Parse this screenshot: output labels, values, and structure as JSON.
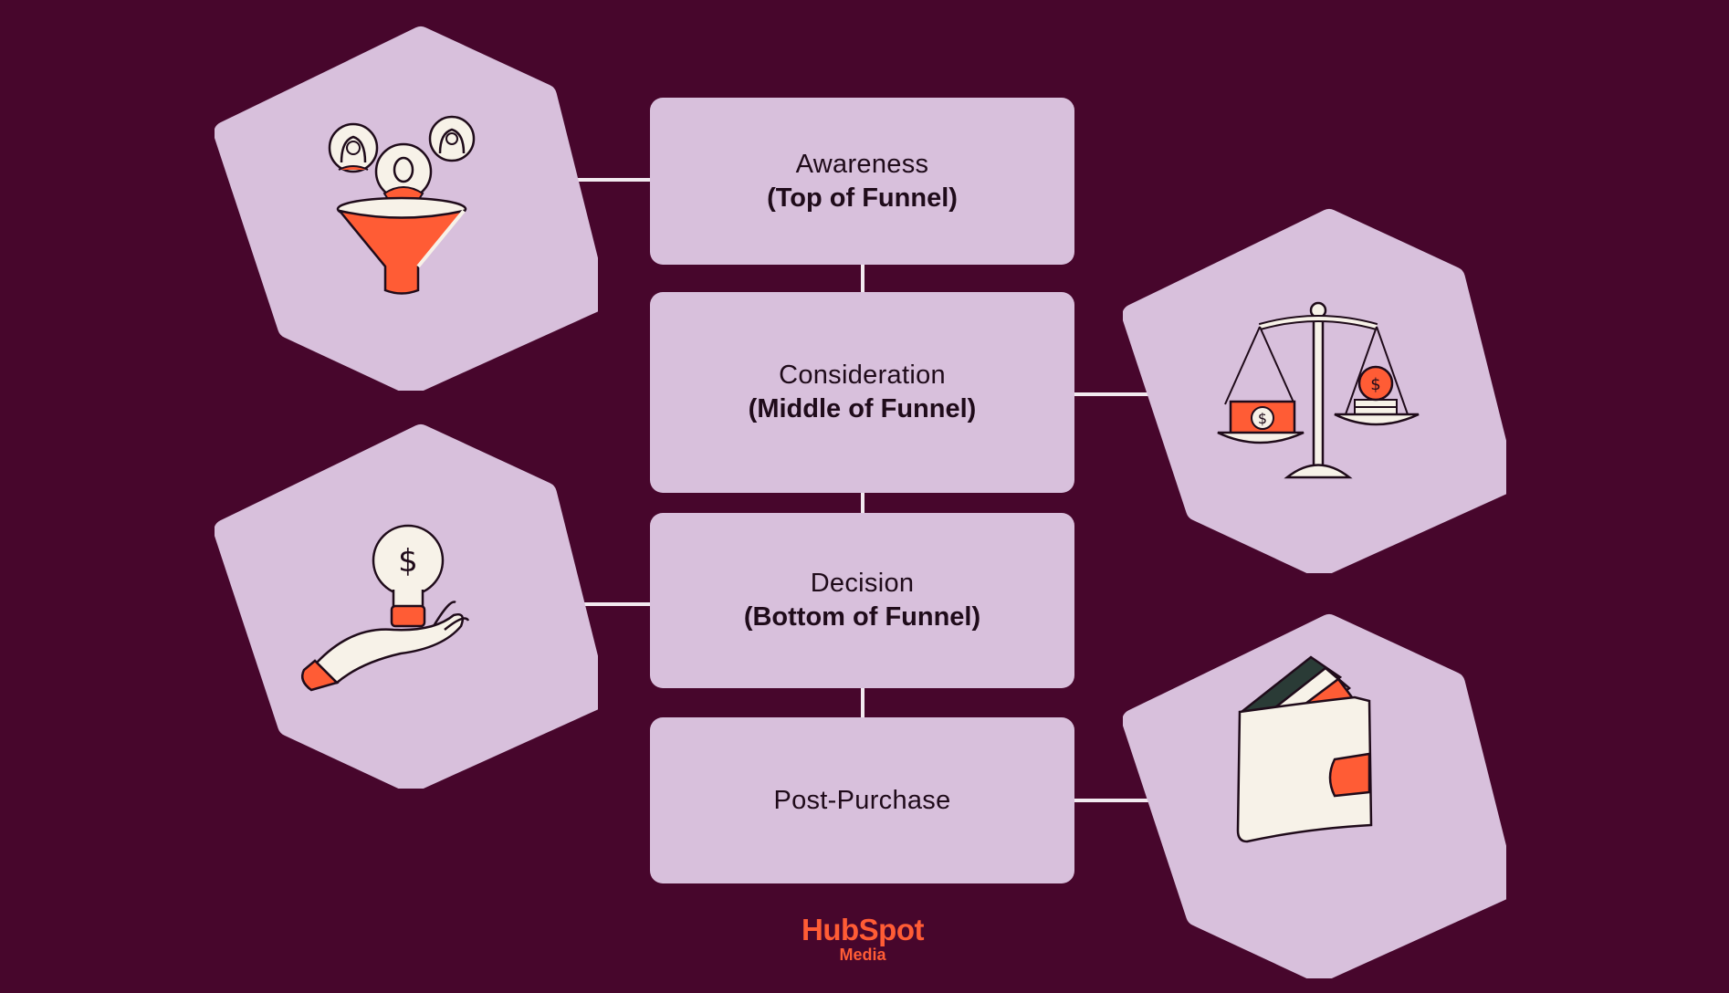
{
  "colors": {
    "background": "#47062c",
    "box": "#d8c0dc",
    "hexagon": "#d8c0dc",
    "connector": "#f2eaf0",
    "accent": "#ff5c35",
    "ink": "#1f0b1a",
    "cream": "#f7f2e8"
  },
  "stages": [
    {
      "name": "Awareness",
      "subtitle": "(Top of Funnel)",
      "icon": "funnel-people-icon"
    },
    {
      "name": "Consideration",
      "subtitle": "(Middle of Funnel)",
      "icon": "balance-scale-icon"
    },
    {
      "name": "Decision",
      "subtitle": "(Bottom of Funnel)",
      "icon": "lightbulb-hand-icon"
    },
    {
      "name": "Post-Purchase",
      "subtitle": "",
      "icon": "wallet-icon"
    }
  ],
  "logo": {
    "brand": "HubSpot",
    "sub": "Media"
  }
}
